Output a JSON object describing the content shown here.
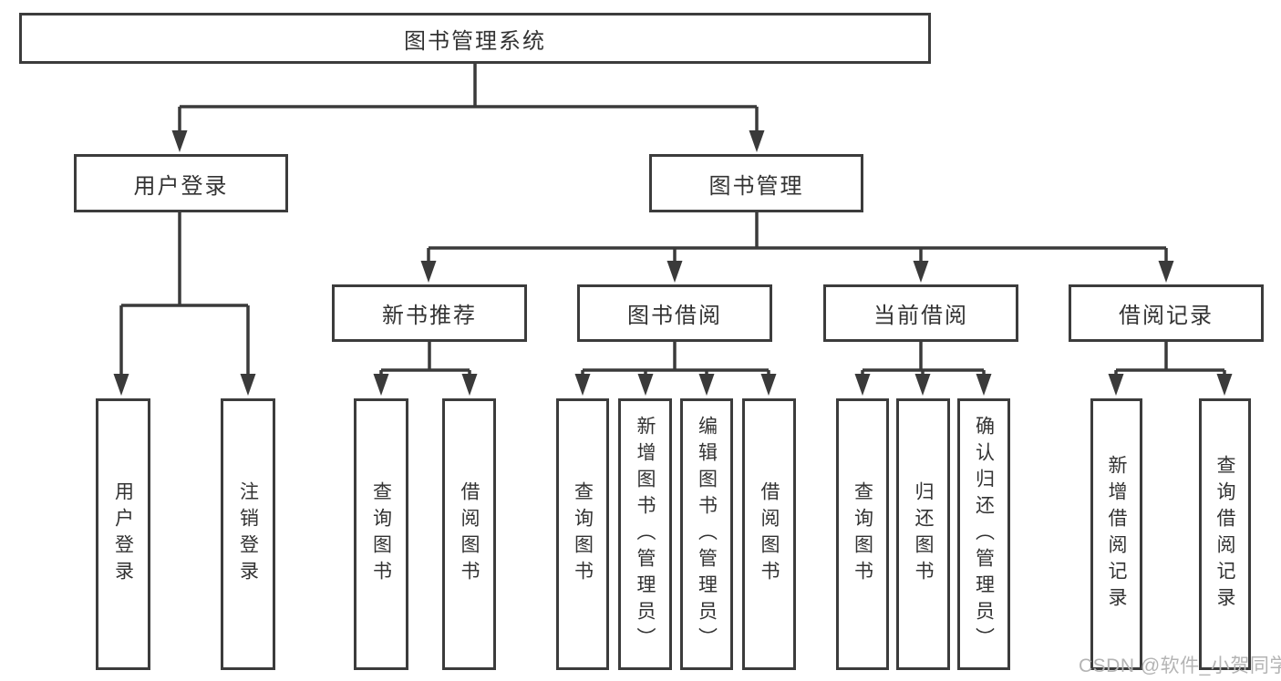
{
  "diagram": {
    "type": "hierarchy-tree",
    "nodes": {
      "root": {
        "label": "图书管理系统"
      },
      "level2": [
        {
          "label": "用户登录",
          "parent": "图书管理系统"
        },
        {
          "label": "图书管理",
          "parent": "图书管理系统"
        }
      ],
      "level3": [
        {
          "label": "新书推荐",
          "parent": "图书管理"
        },
        {
          "label": "图书借阅",
          "parent": "图书管理"
        },
        {
          "label": "当前借阅",
          "parent": "图书管理"
        },
        {
          "label": "借阅记录",
          "parent": "图书管理"
        }
      ],
      "leaves": [
        {
          "label": "用户登录",
          "parent": "用户登录"
        },
        {
          "label": "注销登录",
          "parent": "用户登录"
        },
        {
          "label": "查询图书",
          "parent": "新书推荐"
        },
        {
          "label": "借阅图书",
          "parent": "新书推荐"
        },
        {
          "label": "查询图书",
          "parent": "图书借阅"
        },
        {
          "label": "新增图书（管理员）",
          "parent": "图书借阅"
        },
        {
          "label": "编辑图书（管理员）",
          "parent": "图书借阅"
        },
        {
          "label": "借阅图书",
          "parent": "图书借阅"
        },
        {
          "label": "查询图书",
          "parent": "当前借阅"
        },
        {
          "label": "归还图书",
          "parent": "当前借阅"
        },
        {
          "label": "确认归还（管理员）",
          "parent": "当前借阅"
        },
        {
          "label": "新增借阅记录",
          "parent": "借阅记录"
        },
        {
          "label": "查询借阅记录",
          "parent": "借阅记录"
        }
      ]
    },
    "watermark": {
      "text": "CSDN @软件_小贺同学",
      "color": "#b4b4b4"
    },
    "colors": {
      "line": "#3a3a3a",
      "border": "#3c3c3c",
      "text": "#333333",
      "background": "#ffffff"
    }
  }
}
